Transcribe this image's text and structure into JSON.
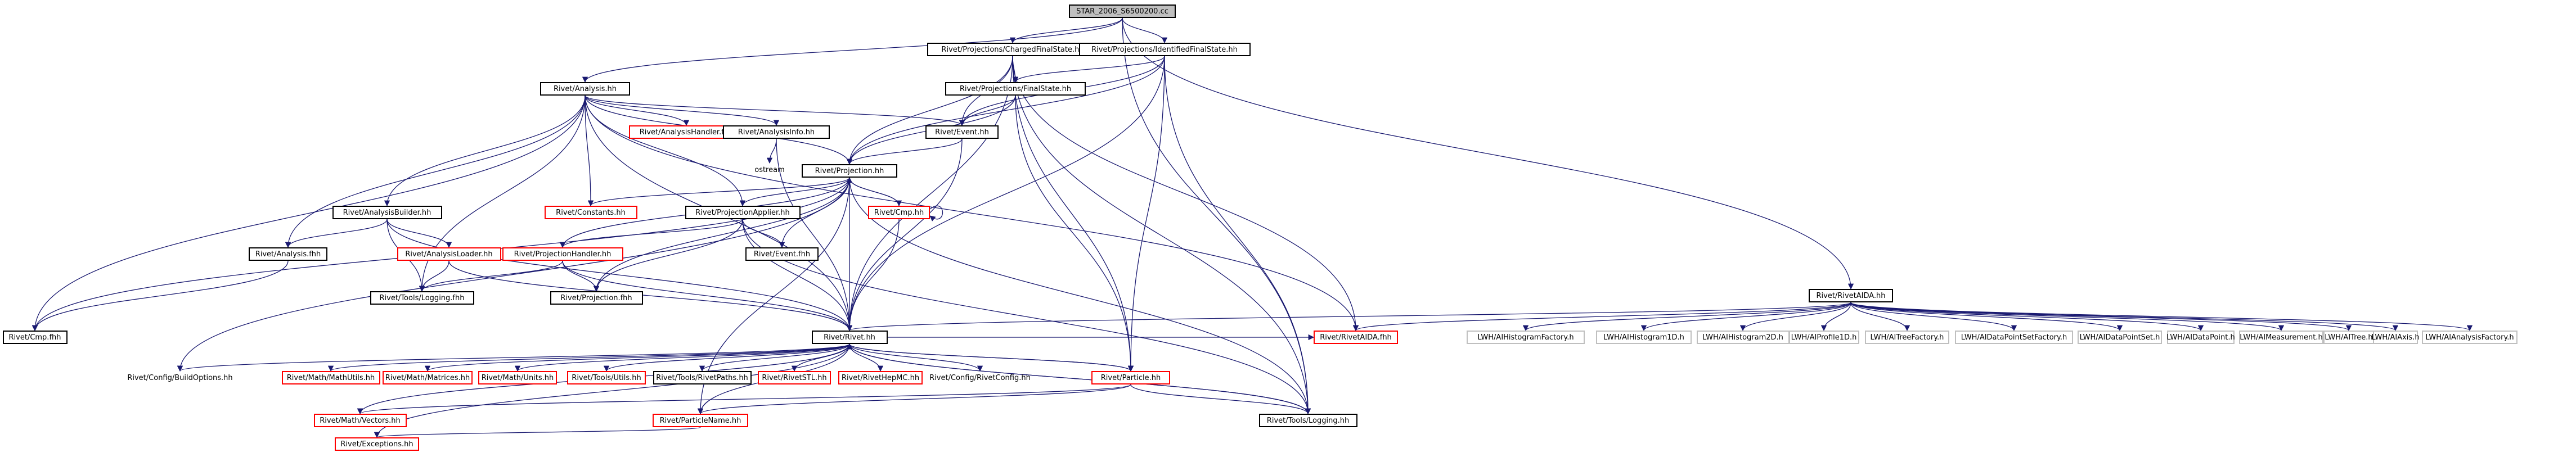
{
  "nodes": [
    {
      "id": "root",
      "label": "STAR_2006_S6500200.cc",
      "style": "root"
    },
    {
      "id": "cfs",
      "label": "Rivet/Projections/ChargedFinalState.hh",
      "style": "black"
    },
    {
      "id": "ifs",
      "label": "Rivet/Projections/IdentifiedFinalState.hh",
      "style": "black"
    },
    {
      "id": "analysis",
      "label": "Rivet/Analysis.hh",
      "style": "black"
    },
    {
      "id": "fs",
      "label": "Rivet/Projections/FinalState.hh",
      "style": "black"
    },
    {
      "id": "event",
      "label": "Rivet/Event.hh",
      "style": "black"
    },
    {
      "id": "projection",
      "label": "Rivet/Projection.hh",
      "style": "black"
    },
    {
      "id": "ahandler",
      "label": "Rivet/AnalysisHandler.fhh",
      "style": "red"
    },
    {
      "id": "ainfo",
      "label": "Rivet/AnalysisInfo.hh",
      "style": "black"
    },
    {
      "id": "ostream",
      "label": "ostream",
      "style": "plain"
    },
    {
      "id": "constants",
      "label": "Rivet/Constants.hh",
      "style": "red"
    },
    {
      "id": "papplier",
      "label": "Rivet/ProjectionApplier.hh",
      "style": "black"
    },
    {
      "id": "cmp",
      "label": "Rivet/Cmp.hh",
      "style": "red"
    },
    {
      "id": "abuilder",
      "label": "Rivet/AnalysisBuilder.hh",
      "style": "black"
    },
    {
      "id": "aloader",
      "label": "Rivet/AnalysisLoader.hh",
      "style": "red"
    },
    {
      "id": "phandler",
      "label": "Rivet/ProjectionHandler.hh",
      "style": "red"
    },
    {
      "id": "eventfhh",
      "label": "Rivet/Event.fhh",
      "style": "black"
    },
    {
      "id": "afhh",
      "label": "Rivet/Analysis.fhh",
      "style": "black"
    },
    {
      "id": "tlfhh",
      "label": "Rivet/Tools/Logging.fhh",
      "style": "black"
    },
    {
      "id": "pfhh",
      "label": "Rivet/Projection.fhh",
      "style": "black"
    },
    {
      "id": "rivet",
      "label": "Rivet/Rivet.hh",
      "style": "black"
    },
    {
      "id": "cmpfhh",
      "label": "Rivet/Cmp.fhh",
      "style": "black"
    },
    {
      "id": "cbo",
      "label": "Rivet/Config/BuildOptions.hh",
      "style": "plain"
    },
    {
      "id": "mmu",
      "label": "Rivet/Math/MathUtils.hh",
      "style": "red"
    },
    {
      "id": "mmat",
      "label": "Rivet/Math/Matrices.hh",
      "style": "red"
    },
    {
      "id": "munits",
      "label": "Rivet/Math/Units.hh",
      "style": "red"
    },
    {
      "id": "tutils",
      "label": "Rivet/Tools/Utils.hh",
      "style": "red"
    },
    {
      "id": "tpaths",
      "label": "Rivet/Tools/RivetPaths.hh",
      "style": "black"
    },
    {
      "id": "stl",
      "label": "Rivet/RivetSTL.hh",
      "style": "red"
    },
    {
      "id": "hepmc",
      "label": "Rivet/RivetHepMC.hh",
      "style": "red"
    },
    {
      "id": "rconfig",
      "label": "Rivet/Config/RivetConfig.hh",
      "style": "plain"
    },
    {
      "id": "particle",
      "label": "Rivet/Particle.hh",
      "style": "red"
    },
    {
      "id": "raida",
      "label": "Rivet/RivetAIDA.fhh",
      "style": "red"
    },
    {
      "id": "mvec",
      "label": "Rivet/Math/Vectors.hh",
      "style": "red"
    },
    {
      "id": "pname",
      "label": "Rivet/ParticleName.hh",
      "style": "red"
    },
    {
      "id": "tlog",
      "label": "Rivet/Tools/Logging.hh",
      "style": "black"
    },
    {
      "id": "exceptions",
      "label": "Rivet/Exceptions.hh",
      "style": "red"
    },
    {
      "id": "raidahh",
      "label": "Rivet/RivetAIDA.hh",
      "style": "black"
    },
    {
      "id": "lw1",
      "label": "LWH/AIHistogramFactory.h",
      "style": "grey"
    },
    {
      "id": "lw2",
      "label": "LWH/AIHistogram1D.h",
      "style": "grey"
    },
    {
      "id": "lw3",
      "label": "LWH/AIHistogram2D.h",
      "style": "grey"
    },
    {
      "id": "lw4",
      "label": "LWH/AIProfile1D.h",
      "style": "grey"
    },
    {
      "id": "lw5",
      "label": "LWH/AITreeFactory.h",
      "style": "grey"
    },
    {
      "id": "lw6",
      "label": "LWH/AIDataPointSetFactory.h",
      "style": "grey"
    },
    {
      "id": "lw7",
      "label": "LWH/AIDataPointSet.h",
      "style": "grey"
    },
    {
      "id": "lw8",
      "label": "LWH/AIDataPoint.h",
      "style": "grey"
    },
    {
      "id": "lw9",
      "label": "LWH/AIMeasurement.h",
      "style": "grey"
    },
    {
      "id": "lw10",
      "label": "LWH/AITree.h",
      "style": "grey"
    },
    {
      "id": "lw11",
      "label": "LWH/AIAxis.h",
      "style": "grey"
    },
    {
      "id": "lw12",
      "label": "LWH/AIAnalysisFactory.h",
      "style": "grey"
    }
  ],
  "edges": [
    [
      "root",
      "cfs"
    ],
    [
      "root",
      "ifs"
    ],
    [
      "root",
      "analysis"
    ],
    [
      "root",
      "raidahh"
    ],
    [
      "root",
      "tlog"
    ],
    [
      "cfs",
      "fs"
    ],
    [
      "cfs",
      "event"
    ],
    [
      "cfs",
      "projection"
    ],
    [
      "cfs",
      "rivet"
    ],
    [
      "cfs",
      "particle"
    ],
    [
      "cfs",
      "tlog"
    ],
    [
      "cfs",
      "raida"
    ],
    [
      "ifs",
      "fs"
    ],
    [
      "ifs",
      "event"
    ],
    [
      "ifs",
      "projection"
    ],
    [
      "ifs",
      "rivet"
    ],
    [
      "ifs",
      "particle"
    ],
    [
      "ifs",
      "tlog"
    ],
    [
      "fs",
      "event"
    ],
    [
      "fs",
      "projection"
    ],
    [
      "fs",
      "particle"
    ],
    [
      "event",
      "projection"
    ],
    [
      "event",
      "rivet"
    ],
    [
      "analysis",
      "ahandler"
    ],
    [
      "analysis",
      "ainfo"
    ],
    [
      "analysis",
      "event"
    ],
    [
      "analysis",
      "projection"
    ],
    [
      "analysis",
      "constants"
    ],
    [
      "analysis",
      "papplier"
    ],
    [
      "analysis",
      "abuilder"
    ],
    [
      "analysis",
      "afhh"
    ],
    [
      "analysis",
      "tlfhh"
    ],
    [
      "analysis",
      "rivet"
    ],
    [
      "analysis",
      "raida"
    ],
    [
      "analysis",
      "cmpfhh"
    ],
    [
      "ainfo",
      "ostream"
    ],
    [
      "ainfo",
      "rivet"
    ],
    [
      "projection",
      "constants"
    ],
    [
      "projection",
      "papplier"
    ],
    [
      "projection",
      "cmp"
    ],
    [
      "projection",
      "phandler"
    ],
    [
      "projection",
      "pfhh"
    ],
    [
      "projection",
      "eventfhh"
    ],
    [
      "projection",
      "rivet"
    ],
    [
      "projection",
      "tlog"
    ],
    [
      "projection",
      "cbo"
    ],
    [
      "projection",
      "cmpfhh"
    ],
    [
      "projection",
      "pname"
    ],
    [
      "cmp",
      "projection"
    ],
    [
      "cmp",
      "cmp"
    ],
    [
      "cmp",
      "rivet"
    ],
    [
      "papplier",
      "phandler"
    ],
    [
      "papplier",
      "eventfhh"
    ],
    [
      "papplier",
      "pfhh"
    ],
    [
      "papplier",
      "rivet"
    ],
    [
      "papplier",
      "tlog"
    ],
    [
      "abuilder",
      "aloader"
    ],
    [
      "abuilder",
      "afhh"
    ],
    [
      "abuilder",
      "tlfhh"
    ],
    [
      "abuilder",
      "rivet"
    ],
    [
      "aloader",
      "tlfhh"
    ],
    [
      "aloader",
      "rivet"
    ],
    [
      "phandler",
      "pfhh"
    ],
    [
      "phandler",
      "rivet"
    ],
    [
      "phandler",
      "tlfhh"
    ],
    [
      "afhh",
      "cmpfhh"
    ],
    [
      "rivet",
      "cbo"
    ],
    [
      "rivet",
      "mmu"
    ],
    [
      "rivet",
      "mmat"
    ],
    [
      "rivet",
      "munits"
    ],
    [
      "rivet",
      "tutils"
    ],
    [
      "rivet",
      "tpaths"
    ],
    [
      "rivet",
      "stl"
    ],
    [
      "rivet",
      "hepmc"
    ],
    [
      "rivet",
      "rconfig"
    ],
    [
      "rivet",
      "particle"
    ],
    [
      "rivet",
      "raida"
    ],
    [
      "rivet",
      "mvec"
    ],
    [
      "rivet",
      "pname"
    ],
    [
      "rivet",
      "tlog"
    ],
    [
      "rivet",
      "exceptions"
    ],
    [
      "particle",
      "rivet"
    ],
    [
      "particle",
      "pname"
    ],
    [
      "particle",
      "mvec"
    ],
    [
      "particle",
      "tlog"
    ],
    [
      "tlog",
      "rivet"
    ],
    [
      "pname",
      "exceptions"
    ],
    [
      "raidahh",
      "rivet"
    ],
    [
      "raidahh",
      "raida"
    ],
    [
      "raidahh",
      "lw1"
    ],
    [
      "raidahh",
      "lw2"
    ],
    [
      "raidahh",
      "lw3"
    ],
    [
      "raidahh",
      "lw4"
    ],
    [
      "raidahh",
      "lw5"
    ],
    [
      "raidahh",
      "lw6"
    ],
    [
      "raidahh",
      "lw7"
    ],
    [
      "raidahh",
      "lw8"
    ],
    [
      "raidahh",
      "lw9"
    ],
    [
      "raidahh",
      "lw10"
    ],
    [
      "raidahh",
      "lw11"
    ],
    [
      "raidahh",
      "lw12"
    ]
  ],
  "colors": {
    "edge_main": "#191970",
    "edge_dark": "#000000",
    "node_red": "#ff0000",
    "node_grey": "#bfbfbf",
    "root_fill": "#bfbfbf"
  }
}
